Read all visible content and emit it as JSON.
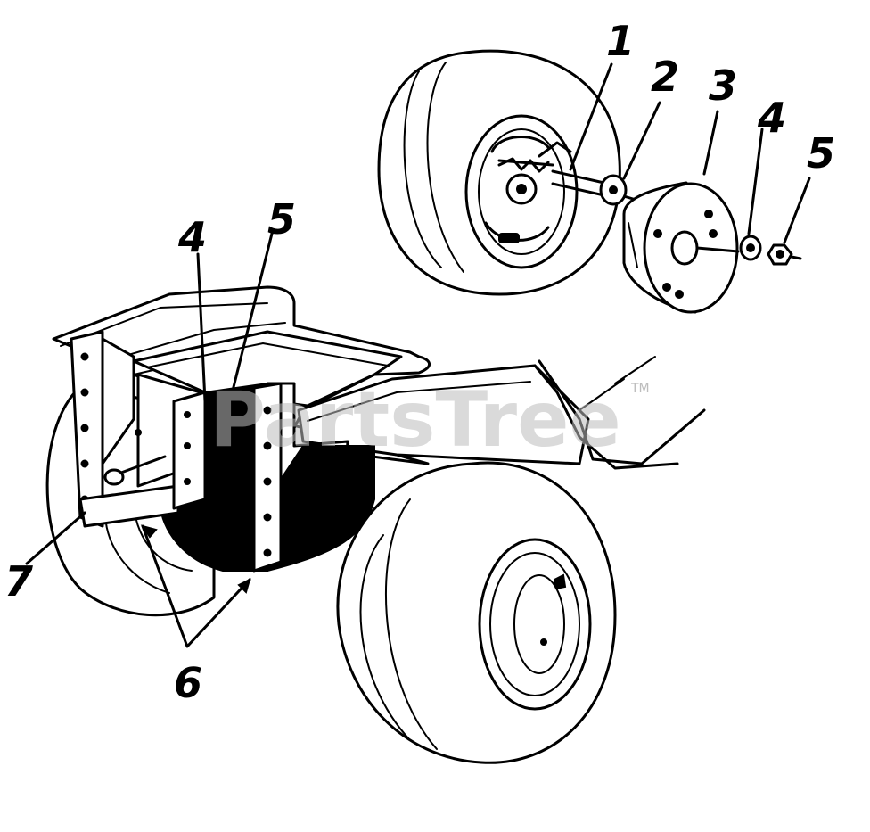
{
  "watermark": {
    "text": "PartsTree",
    "trademark": "TM"
  },
  "callouts": {
    "c1": "1",
    "c2": "2",
    "c3": "3",
    "c4_hub": "4",
    "c5_hub": "5",
    "c4_frame": "4",
    "c5_frame": "5",
    "c6": "6",
    "c7": "7"
  }
}
